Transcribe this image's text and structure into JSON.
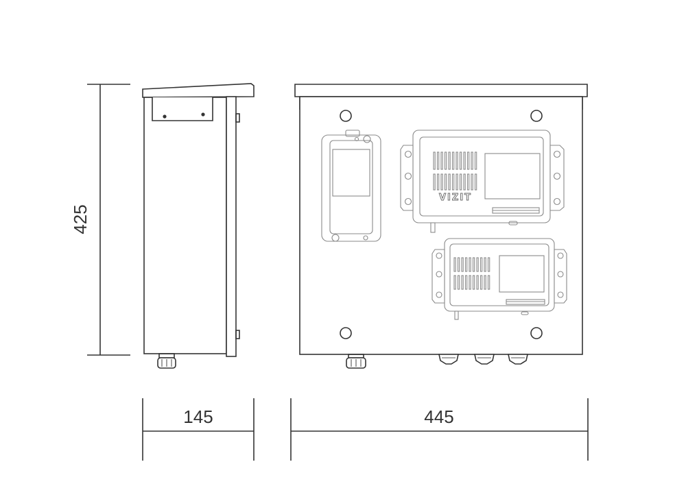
{
  "dimensions": {
    "height_label": "425",
    "depth_label": "145",
    "width_label": "445"
  },
  "device_label": "VIZIT",
  "colors": {
    "outline": "#333333",
    "component": "#8a8a8a",
    "background": "#ffffff"
  }
}
